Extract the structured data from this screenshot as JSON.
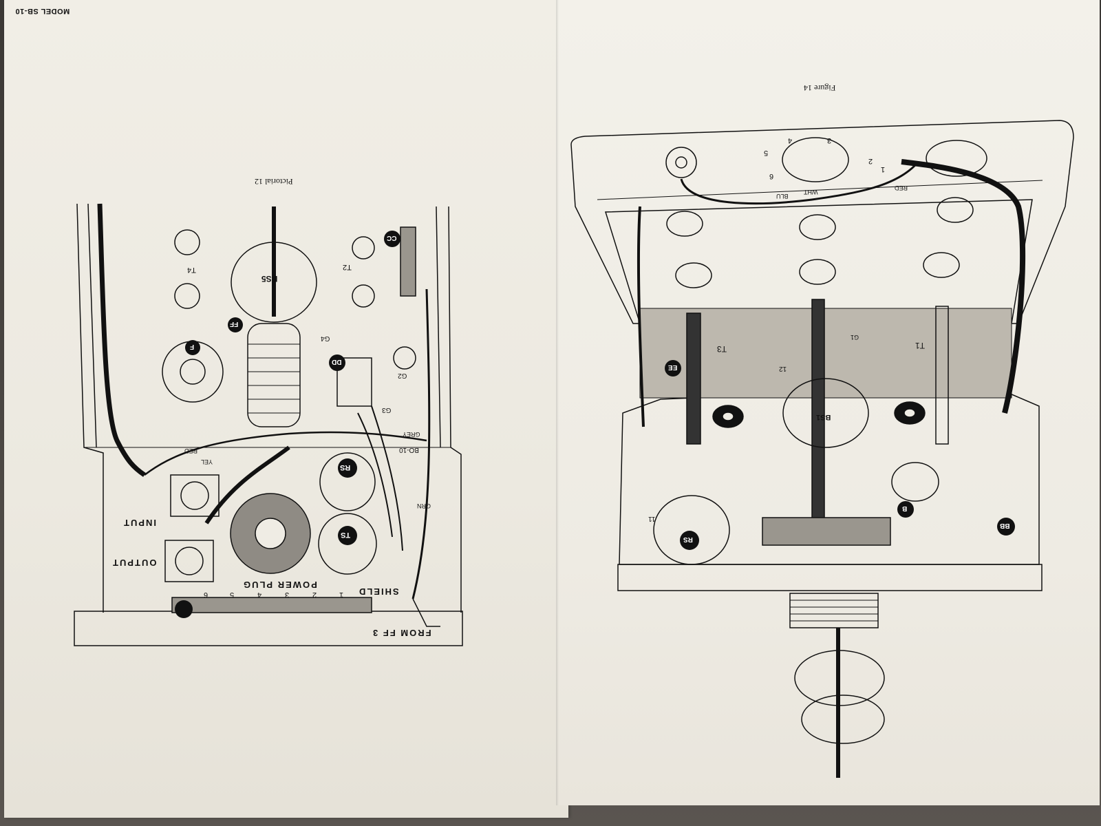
{
  "left_page": {
    "model": "MODEL SB-10",
    "title": "Pictorial 12",
    "labels": {
      "input": "INPUT",
      "output": "OUTPUT",
      "power_plug": "POWER PLUG",
      "shield": "SHIELD",
      "from_ff3": "FROM FF 3"
    },
    "parts": [
      "T4",
      "T2",
      "BS5",
      "FF",
      "F",
      "G4",
      "DD",
      "G2",
      "G3",
      "CC",
      "BO-10",
      "RS",
      "TS"
    ],
    "terminal_numbers": [
      "1",
      "2",
      "3",
      "4",
      "5",
      "6"
    ],
    "wire_colors": [
      "YEL",
      "RED",
      "GREY",
      "GRN"
    ]
  },
  "right_page": {
    "title": "Figure 14",
    "parts": [
      "T3",
      "T1",
      "G1",
      "EE",
      "BS1",
      "BB",
      "RS",
      "B"
    ],
    "terminal_numbers": [
      "1",
      "2",
      "3",
      "4",
      "5",
      "6",
      "11",
      "12"
    ],
    "wire_colors": [
      "RED",
      "WHT",
      "BLU"
    ]
  },
  "colors": {
    "paper": "#efece4",
    "ink": "#111111",
    "desk": "#4a4540"
  }
}
